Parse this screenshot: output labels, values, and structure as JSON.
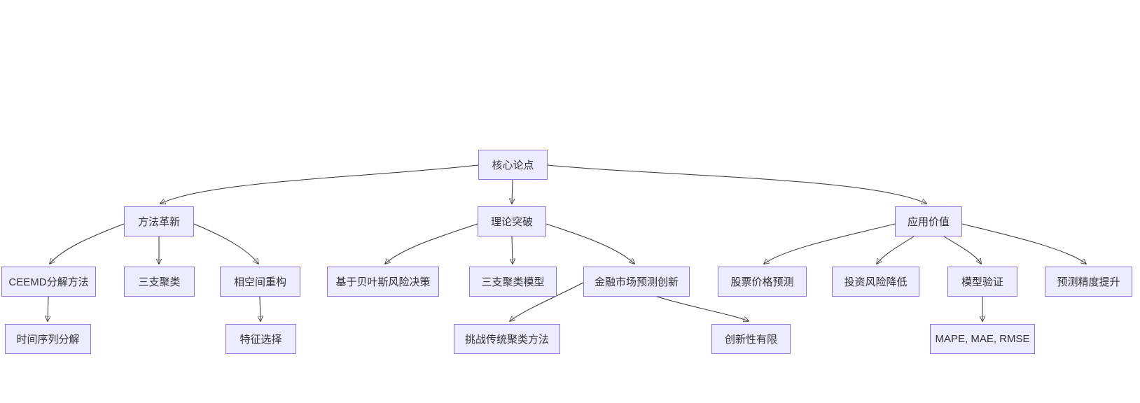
{
  "diagram": {
    "type": "flowchart",
    "direction": "top-down",
    "colors": {
      "background": "#ffffff",
      "node_fill": "#ECECFF",
      "node_border": "#9370DB",
      "edge": "#333333",
      "text": "#333333"
    },
    "nodes": [
      {
        "id": "core-thesis",
        "level": 1,
        "label": "核心论点"
      },
      {
        "id": "method-innovation",
        "level": 2,
        "label": "方法革新"
      },
      {
        "id": "theory-breakthrough",
        "level": 2,
        "label": "理论突破"
      },
      {
        "id": "application-value",
        "level": 2,
        "label": "应用价值"
      },
      {
        "id": "ceemd-decomposition",
        "level": 3,
        "label": "CEEMD分解方法"
      },
      {
        "id": "three-way-clustering",
        "level": 3,
        "label": "三支聚类"
      },
      {
        "id": "phase-space-reconstruction",
        "level": 3,
        "label": "相空间重构"
      },
      {
        "id": "bayesian-risk-decision",
        "level": 3,
        "label": "基于贝叶斯风险决策"
      },
      {
        "id": "three-way-clustering-model",
        "level": 3,
        "label": "三支聚类模型"
      },
      {
        "id": "financial-forecast-innovation",
        "level": 3,
        "label": "金融市场预测创新"
      },
      {
        "id": "stock-price-prediction",
        "level": 3,
        "label": "股票价格预测"
      },
      {
        "id": "investment-risk-reduction",
        "level": 3,
        "label": "投资风险降低"
      },
      {
        "id": "model-validation",
        "level": 3,
        "label": "模型验证"
      },
      {
        "id": "prediction-accuracy-improvement",
        "level": 3,
        "label": "预测精度提升"
      },
      {
        "id": "time-series-decomposition",
        "level": 4,
        "label": "时间序列分解"
      },
      {
        "id": "feature-selection",
        "level": 4,
        "label": "特征选择"
      },
      {
        "id": "challenge-traditional-clustering",
        "level": 4,
        "label": "挑战传统聚类方法"
      },
      {
        "id": "limited-innovation",
        "level": 4,
        "label": "创新性有限"
      },
      {
        "id": "metrics",
        "level": 4,
        "label": "MAPE, MAE, RMSE"
      }
    ],
    "edges": [
      {
        "from": "核心论点",
        "to": "方法革新"
      },
      {
        "from": "核心论点",
        "to": "理论突破"
      },
      {
        "from": "核心论点",
        "to": "应用价值"
      },
      {
        "from": "方法革新",
        "to": "CEEMD分解方法"
      },
      {
        "from": "方法革新",
        "to": "三支聚类"
      },
      {
        "from": "方法革新",
        "to": "相空间重构"
      },
      {
        "from": "理论突破",
        "to": "基于贝叶斯风险决策"
      },
      {
        "from": "理论突破",
        "to": "三支聚类模型"
      },
      {
        "from": "理论突破",
        "to": "金融市场预测创新"
      },
      {
        "from": "应用价值",
        "to": "股票价格预测"
      },
      {
        "from": "应用价值",
        "to": "投资风险降低"
      },
      {
        "from": "应用价值",
        "to": "模型验证"
      },
      {
        "from": "应用价值",
        "to": "预测精度提升"
      },
      {
        "from": "CEEMD分解方法",
        "to": "时间序列分解"
      },
      {
        "from": "相空间重构",
        "to": "特征选择"
      },
      {
        "from": "金融市场预测创新",
        "to": "挑战传统聚类方法"
      },
      {
        "from": "金融市场预测创新",
        "to": "创新性有限"
      },
      {
        "from": "模型验证",
        "to": "MAPE, MAE, RMSE"
      }
    ]
  }
}
